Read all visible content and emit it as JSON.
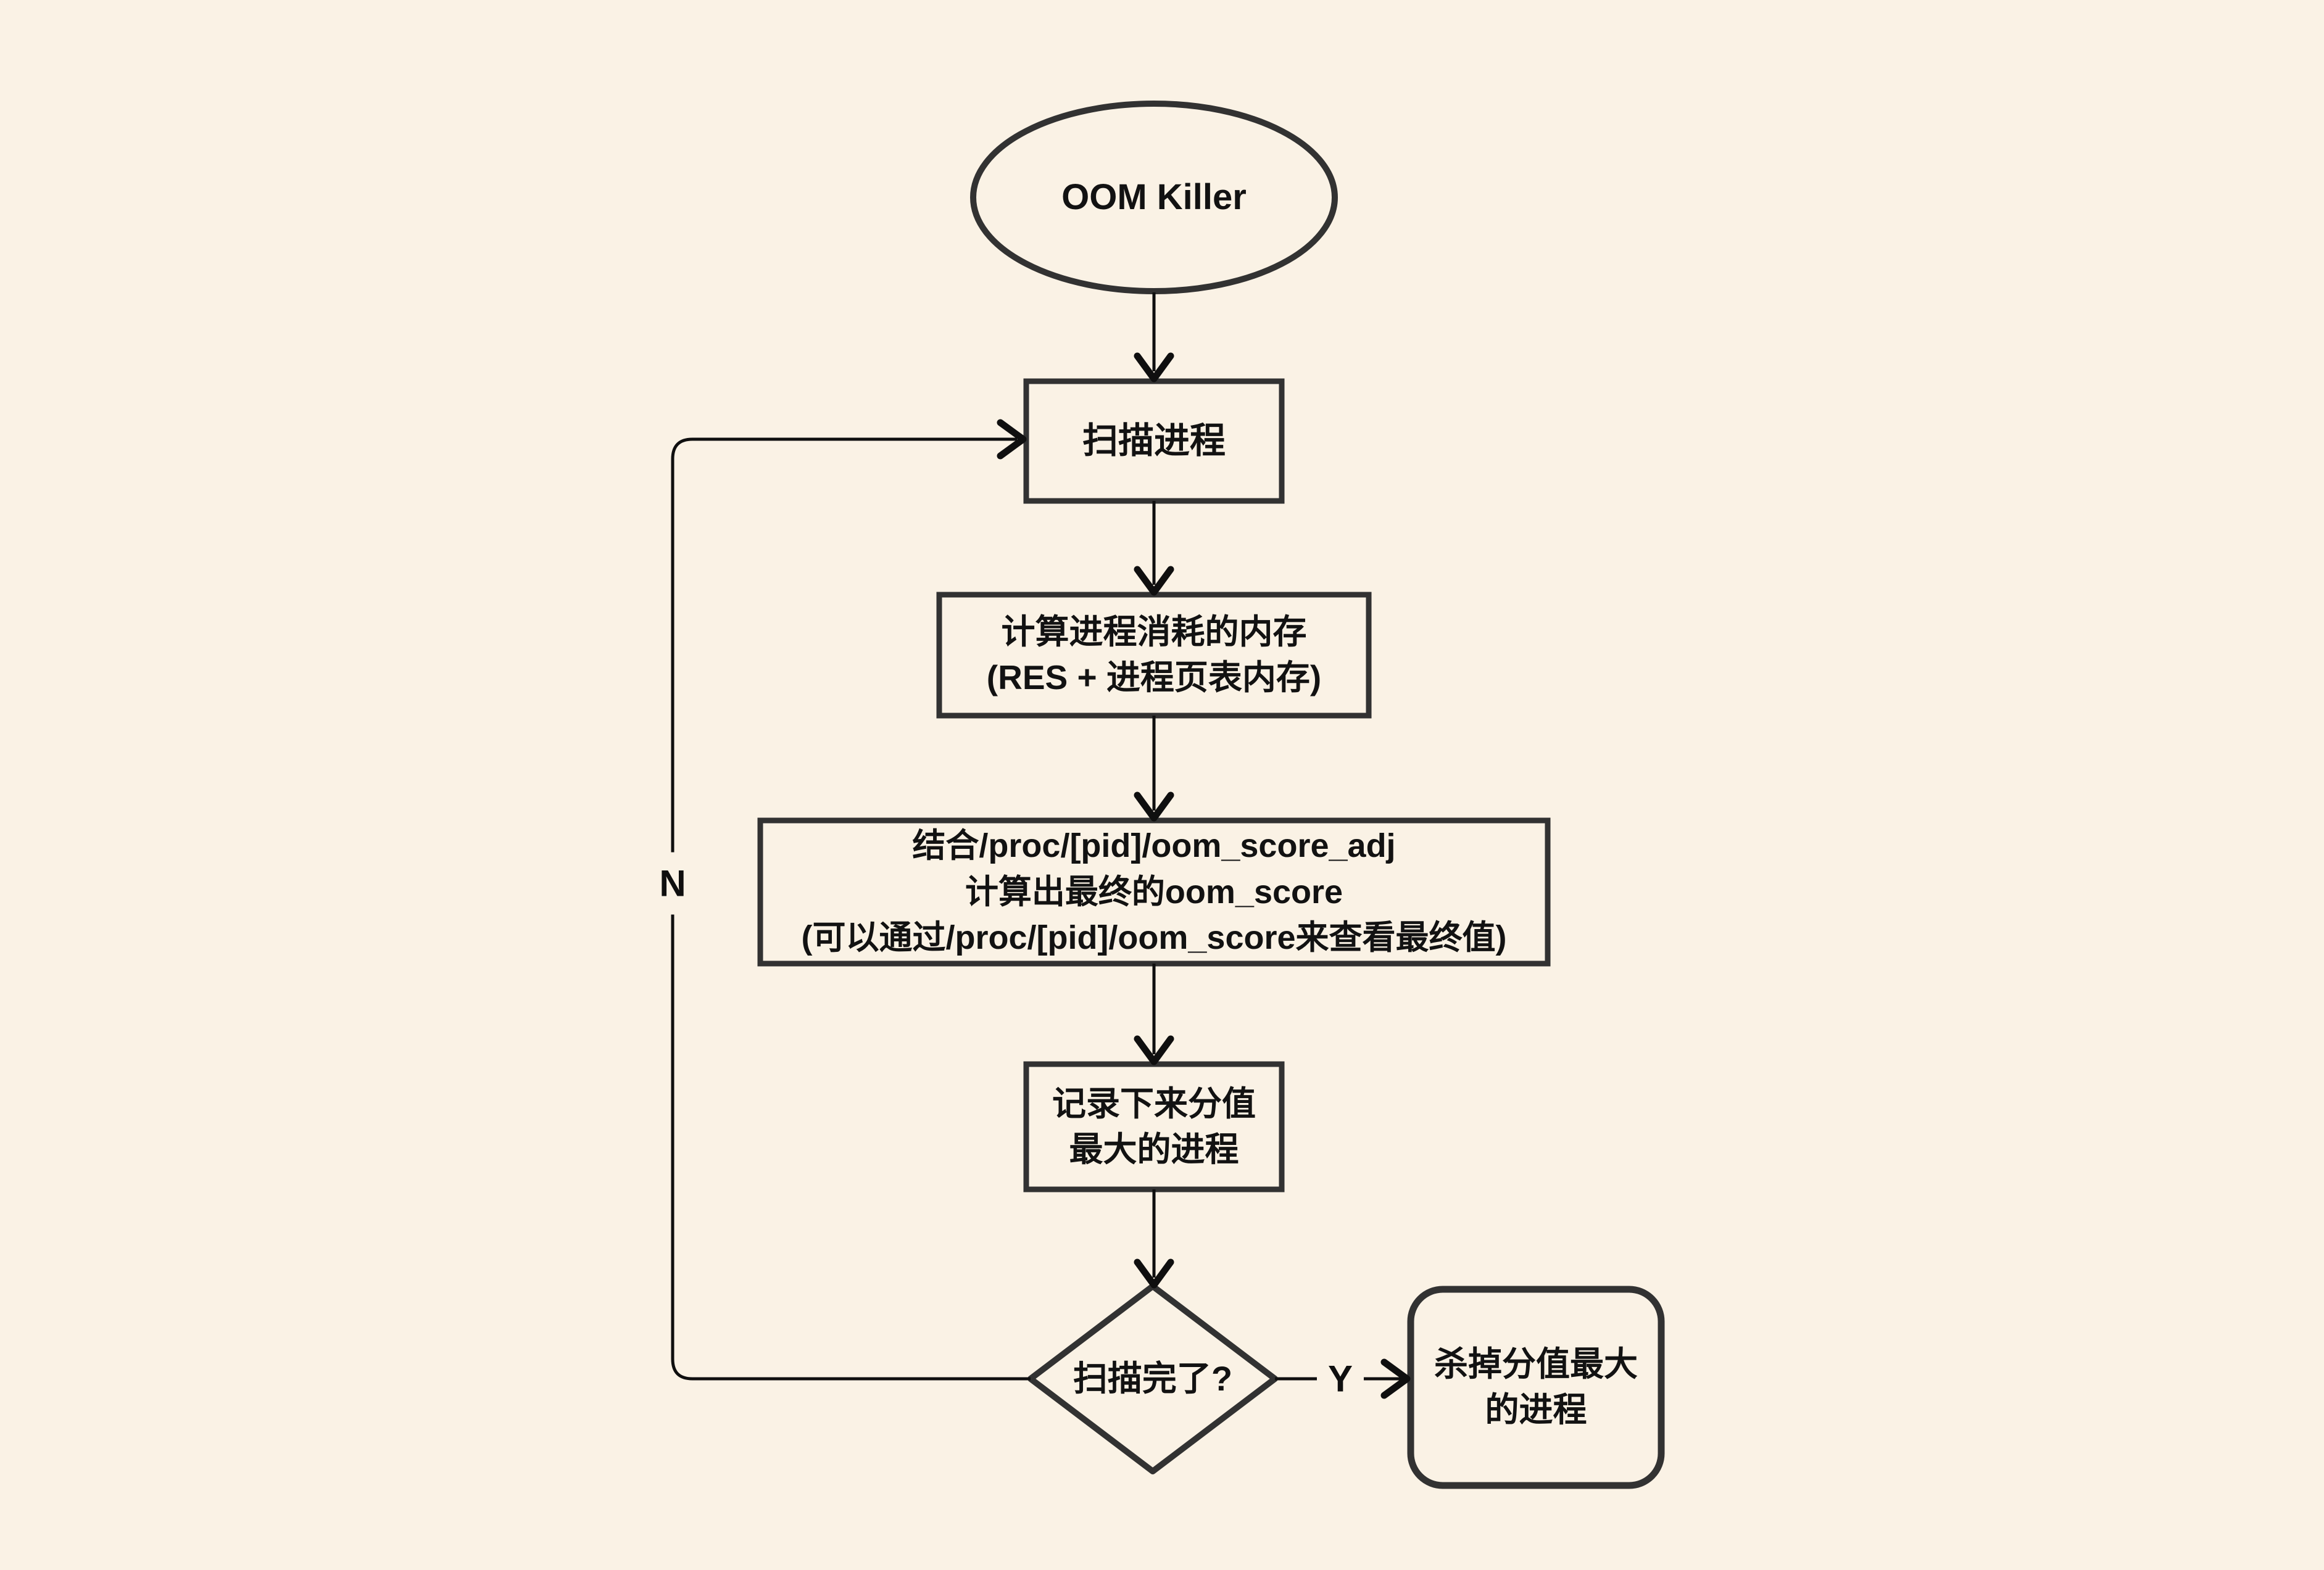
{
  "colors": {
    "background": "#FAF2E5",
    "shape_stroke": "#323232",
    "line_color": "#0F0F0F",
    "text_color": "#121212"
  },
  "nodes": {
    "start": {
      "shape": "ellipse",
      "label": "OOM Killer"
    },
    "scan": {
      "shape": "rectangle",
      "label": "扫描进程"
    },
    "calc_memory": {
      "shape": "rectangle",
      "line1": "计算进程消耗的内存",
      "line2": "(RES + 进程页表内存)"
    },
    "calc_score": {
      "shape": "rectangle",
      "line1": "结合/proc/[pid]/oom_score_adj",
      "line2": "计算出最终的oom_score",
      "line3": "(可以通过/proc/[pid]/oom_score来查看最终值)"
    },
    "record_max": {
      "shape": "rectangle",
      "line1": "记录下来分值",
      "line2": "最大的进程"
    },
    "scan_done": {
      "shape": "diamond",
      "label": "扫描完了?"
    },
    "kill_max": {
      "shape": "rounded-rectangle",
      "line1": "杀掉分值最大",
      "line2": "的进程"
    }
  },
  "edge_labels": {
    "yes": "Y",
    "no": "N"
  },
  "edges": [
    {
      "from": "start",
      "to": "scan"
    },
    {
      "from": "scan",
      "to": "calc_memory"
    },
    {
      "from": "calc_memory",
      "to": "calc_score"
    },
    {
      "from": "calc_score",
      "to": "record_max"
    },
    {
      "from": "record_max",
      "to": "scan_done"
    },
    {
      "from": "scan_done",
      "to": "kill_max",
      "label": "Y"
    },
    {
      "from": "scan_done",
      "to": "scan",
      "label": "N"
    }
  ]
}
